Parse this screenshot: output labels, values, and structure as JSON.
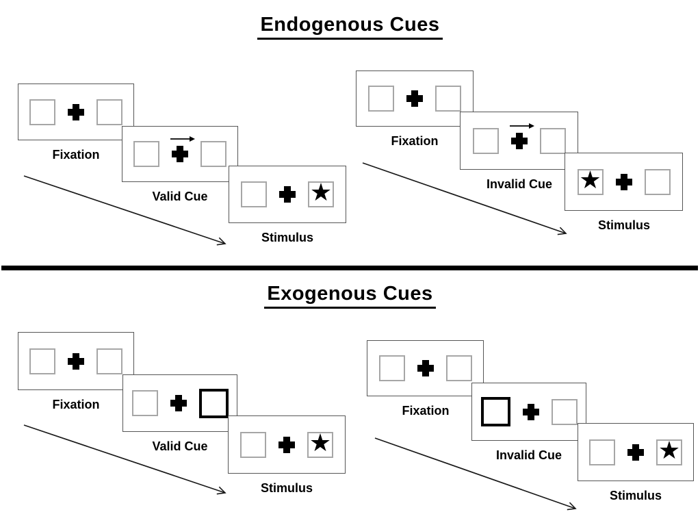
{
  "colors": {
    "line": "#000000",
    "panel_border": "#555555",
    "box_border": "#a6a6a6"
  },
  "icons": {
    "star_char": "★",
    "cue_arrow_direction": "right"
  },
  "sections": [
    {
      "id": "endogenous",
      "title": "Endogenous Cues",
      "groups": [
        {
          "id": "valid",
          "panels": [
            {
              "label": "Fixation",
              "left": "empty",
              "right": "empty",
              "cue_arrow": false
            },
            {
              "label": "Valid Cue",
              "left": "empty",
              "right": "empty",
              "cue_arrow": true
            },
            {
              "label": "Stimulus",
              "left": "empty",
              "right": "star",
              "cue_arrow": false
            }
          ]
        },
        {
          "id": "invalid",
          "panels": [
            {
              "label": "Fixation",
              "left": "empty",
              "right": "empty",
              "cue_arrow": false
            },
            {
              "label": "Invalid Cue",
              "left": "empty",
              "right": "empty",
              "cue_arrow": true
            },
            {
              "label": "Stimulus",
              "left": "star",
              "right": "empty",
              "cue_arrow": false
            }
          ]
        }
      ]
    },
    {
      "id": "exogenous",
      "title": "Exogenous Cues",
      "groups": [
        {
          "id": "valid",
          "panels": [
            {
              "label": "Fixation",
              "left": "empty",
              "right": "empty",
              "cue_arrow": false
            },
            {
              "label": "Valid Cue",
              "left": "empty",
              "right": "cue-box",
              "cue_arrow": false
            },
            {
              "label": "Stimulus",
              "left": "empty",
              "right": "star",
              "cue_arrow": false
            }
          ]
        },
        {
          "id": "invalid",
          "panels": [
            {
              "label": "Fixation",
              "left": "empty",
              "right": "empty",
              "cue_arrow": false
            },
            {
              "label": "Invalid Cue",
              "left": "cue-box",
              "right": "empty",
              "cue_arrow": false
            },
            {
              "label": "Stimulus",
              "left": "empty",
              "right": "star",
              "cue_arrow": false
            }
          ]
        }
      ]
    }
  ]
}
